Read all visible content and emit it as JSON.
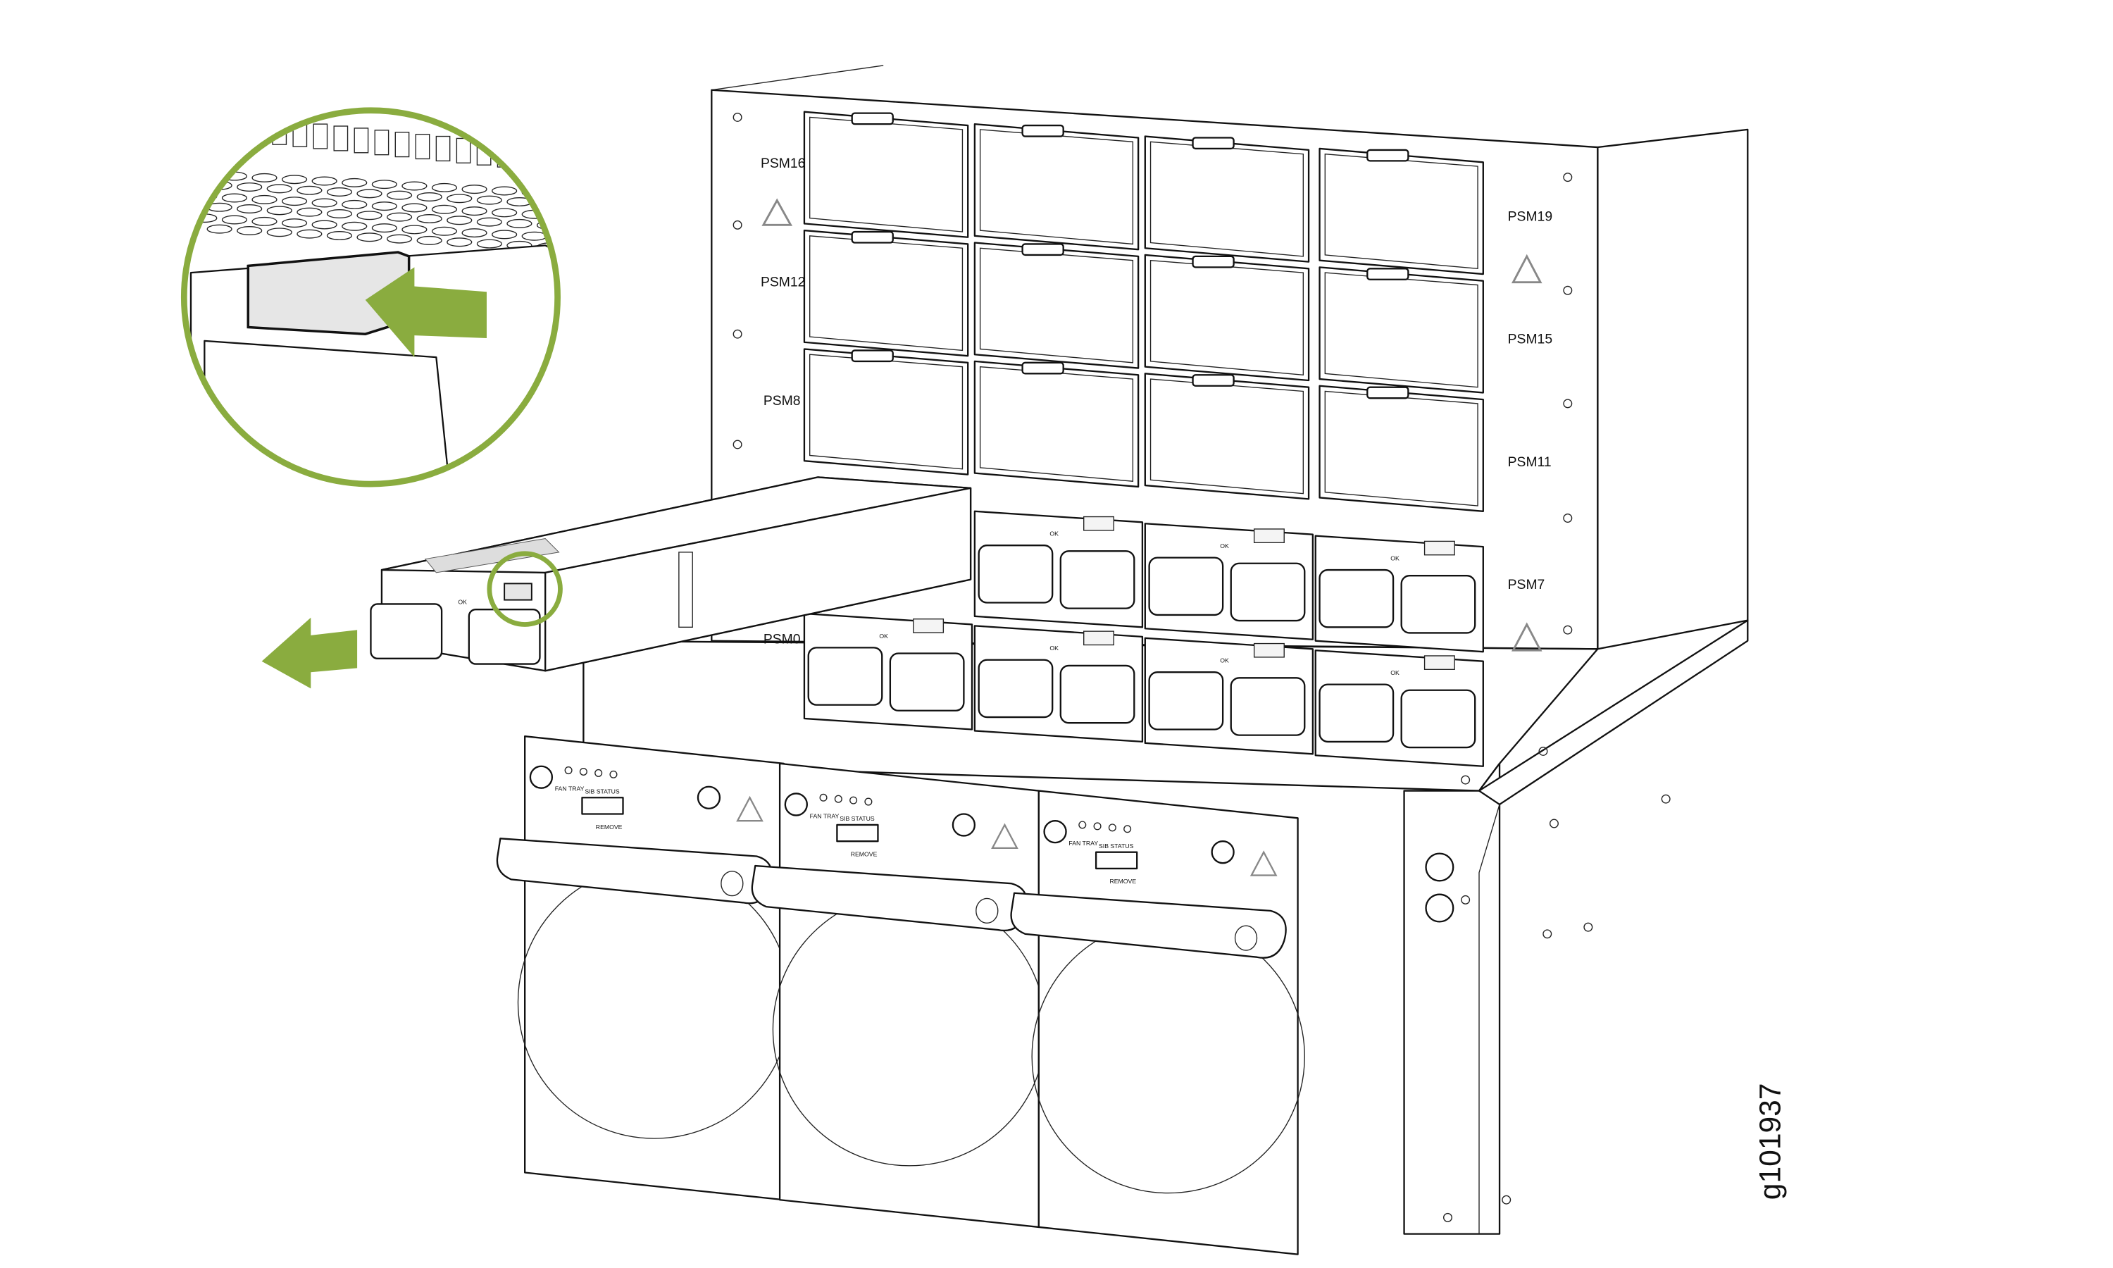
{
  "figure_id": "g101937",
  "colors": {
    "accent": "#8aac3f",
    "line": "#111111",
    "latch": "#e6e6e6"
  },
  "slot_labels": {
    "left": [
      "PSM16",
      "PSM12",
      "PSM8"
    ],
    "right": [
      "PSM19",
      "PSM15",
      "PSM11",
      "PSM7"
    ],
    "removed": "PSM0"
  },
  "psu_led_label": "OK",
  "fan_trays": [
    {
      "fan_tray_label": "FAN TRAY",
      "status_label": "SIB STATUS",
      "remove_label": "REMOVE"
    },
    {
      "fan_tray_label": "FAN TRAY",
      "status_label": "SIB STATUS",
      "remove_label": "REMOVE"
    },
    {
      "fan_tray_label": "FAN TRAY",
      "status_label": "SIB STATUS",
      "remove_label": "REMOVE"
    }
  ],
  "icons": [
    "hot-surface-warning-icon",
    "pull-arrow-icon",
    "push-latch-arrow-icon",
    "magnifier-callout",
    "ground-lug-icon"
  ]
}
